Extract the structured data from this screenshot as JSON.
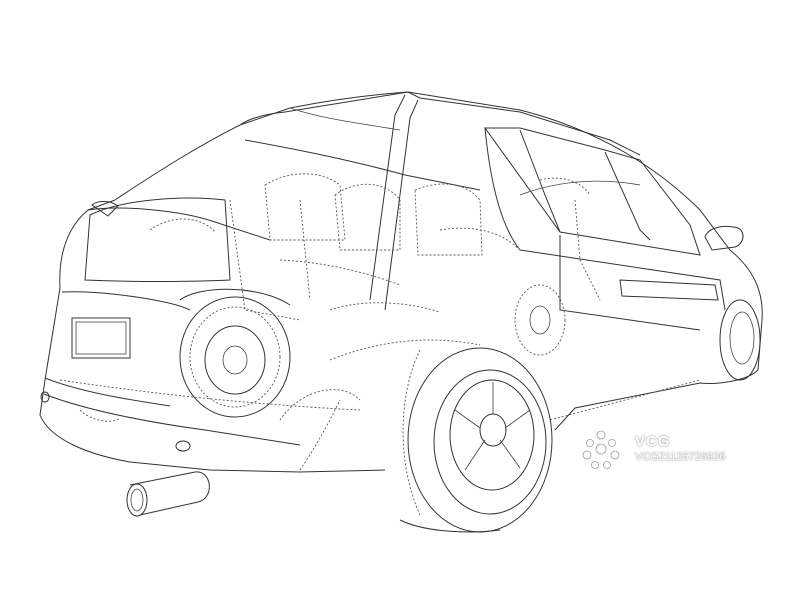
{
  "image": {
    "subject": "wireframe-car",
    "background_color": "#ffffff",
    "line_color": "#333333"
  },
  "watermark": {
    "brand": "VCG",
    "id_text": "VCG21125726926",
    "color": "#ffffff",
    "shadow_color": "#9a9a9a"
  }
}
